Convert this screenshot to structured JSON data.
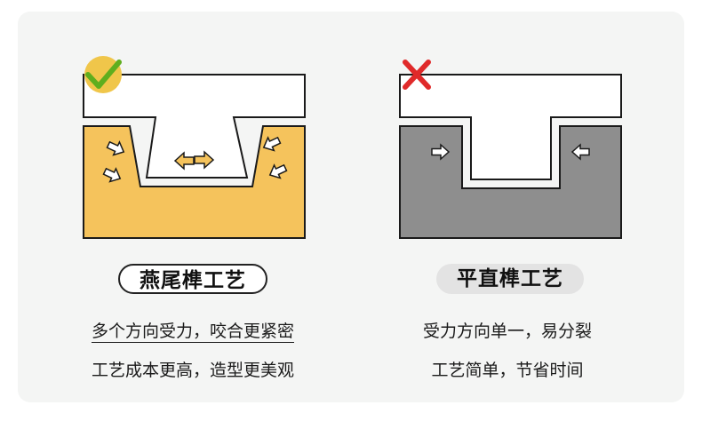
{
  "left": {
    "title": "燕尾榫工艺",
    "desc_line1": "多个方向受力，咬合更紧密",
    "desc_line2": "工艺成本更高，造型更美观",
    "status_icon": "check-icon",
    "fill_color": "#f5c35c"
  },
  "right": {
    "title": "平直榫工艺",
    "desc_line1": "受力方向单一，易分裂",
    "desc_line2": "工艺简单，节省时间",
    "status_icon": "cross-icon",
    "fill_color": "#8e8e8e"
  },
  "colors": {
    "check": "#5fae1e",
    "cross": "#e02a2a",
    "outline": "#1a1a1a"
  }
}
